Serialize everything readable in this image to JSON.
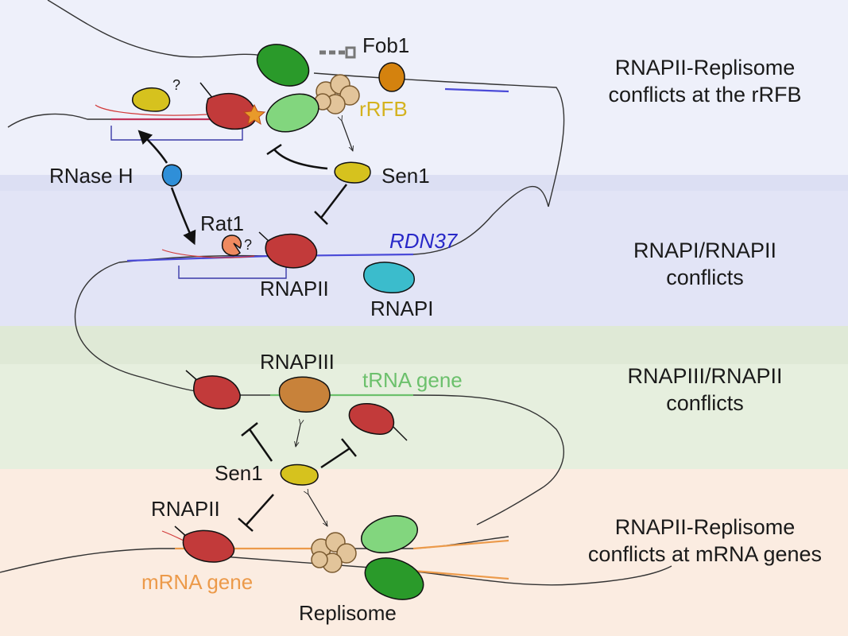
{
  "labels": {
    "fob1": "Fob1",
    "rrfb": "rRFB",
    "rnaseh": "RNase H",
    "sen1_top": "Sen1",
    "rat1": "Rat1",
    "rdn37": "RDN37",
    "rnapii_mid": "RNAPII",
    "rnapi": "RNAPI",
    "rnapiii": "RNAPIII",
    "trna_gene": "tRNA gene",
    "sen1_bottom": "Sen1",
    "rnapii_bottom": "RNAPII",
    "mrna_gene": "mRNA gene",
    "replisome": "Replisome",
    "q1": "?",
    "q2": "?"
  },
  "sections": [
    {
      "line1": "RNAPII-Replisome",
      "line2": "conflicts at the rRFB"
    },
    {
      "line1": "RNAPI/RNAPII",
      "line2": "conflicts"
    },
    {
      "line1": "RNAPIII/RNAPII",
      "line2": "conflicts"
    },
    {
      "line1": "RNAPII-Replisome",
      "line2": "conflicts at mRNA genes"
    }
  ],
  "colors": {
    "rnapii": "#c23a3a",
    "replisome_dark": "#2a9a2a",
    "replisome_light": "#82d67e",
    "sen1": "#d6c21e",
    "fob1": "#d4820e",
    "rnapi": "#3bbccc",
    "rnapiii": "#c8823a",
    "rnaseh": "#2f8fd8",
    "rat1": "#ef8a60",
    "rrfb_text": "#d4b21e",
    "rdn37_text": "#2828c8",
    "trna_text": "#6cc06c",
    "mrna_text": "#ec9a4a"
  }
}
